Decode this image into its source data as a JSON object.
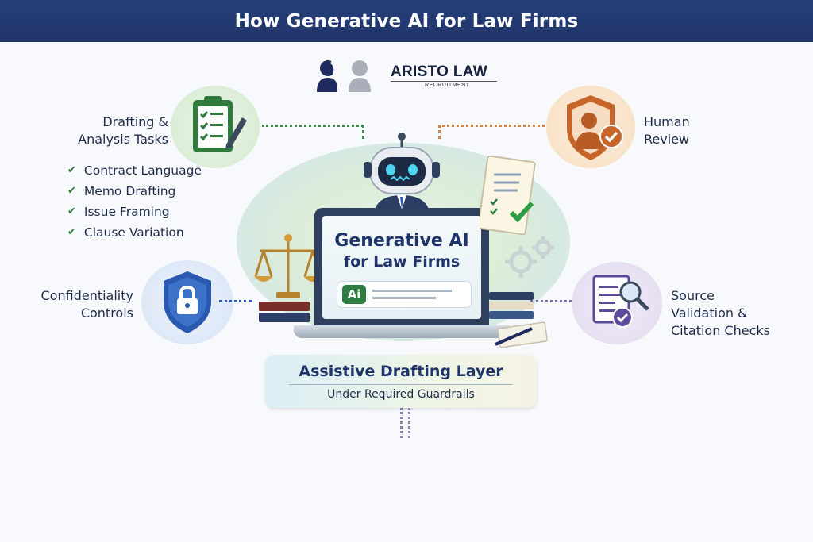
{
  "header": {
    "title": "How Generative AI for Law Firms"
  },
  "logo": {
    "name": "ARISTO LAW",
    "tagline": "RECRUITMENT"
  },
  "drafting": {
    "title_line1": "Drafting &",
    "title_line2": "Analysis Tasks",
    "items": [
      "Contract Language",
      "Memo Drafting",
      "Issue Framing",
      "Clause Variation"
    ]
  },
  "human_review": {
    "line1": "Human",
    "line2": "Review"
  },
  "confidentiality": {
    "line1": "Confidentiality",
    "line2": "Controls"
  },
  "source_validation": {
    "line1": "Source",
    "line2": "Validation &",
    "line3": "Citation Checks"
  },
  "center": {
    "line1": "Generative AI",
    "line2": "for Law Firms",
    "ai_badge": "Ai"
  },
  "layer": {
    "title": "Assistive Drafting Layer",
    "subtitle": "Under Required Guardrails"
  },
  "colors": {
    "header": "#273f79",
    "navy": "#1f3469",
    "green": "#2e7d40",
    "orange": "#c8652b",
    "blue": "#2a5ab0",
    "purple": "#5b4a9a"
  },
  "icons": [
    "clipboard-checklist-icon",
    "shield-person-check-icon",
    "shield-lock-icon",
    "document-magnifier-check-icon",
    "robot-icon",
    "laptop-icon",
    "scales-of-justice-icon",
    "gear-icon",
    "person-silhouette-icon"
  ]
}
